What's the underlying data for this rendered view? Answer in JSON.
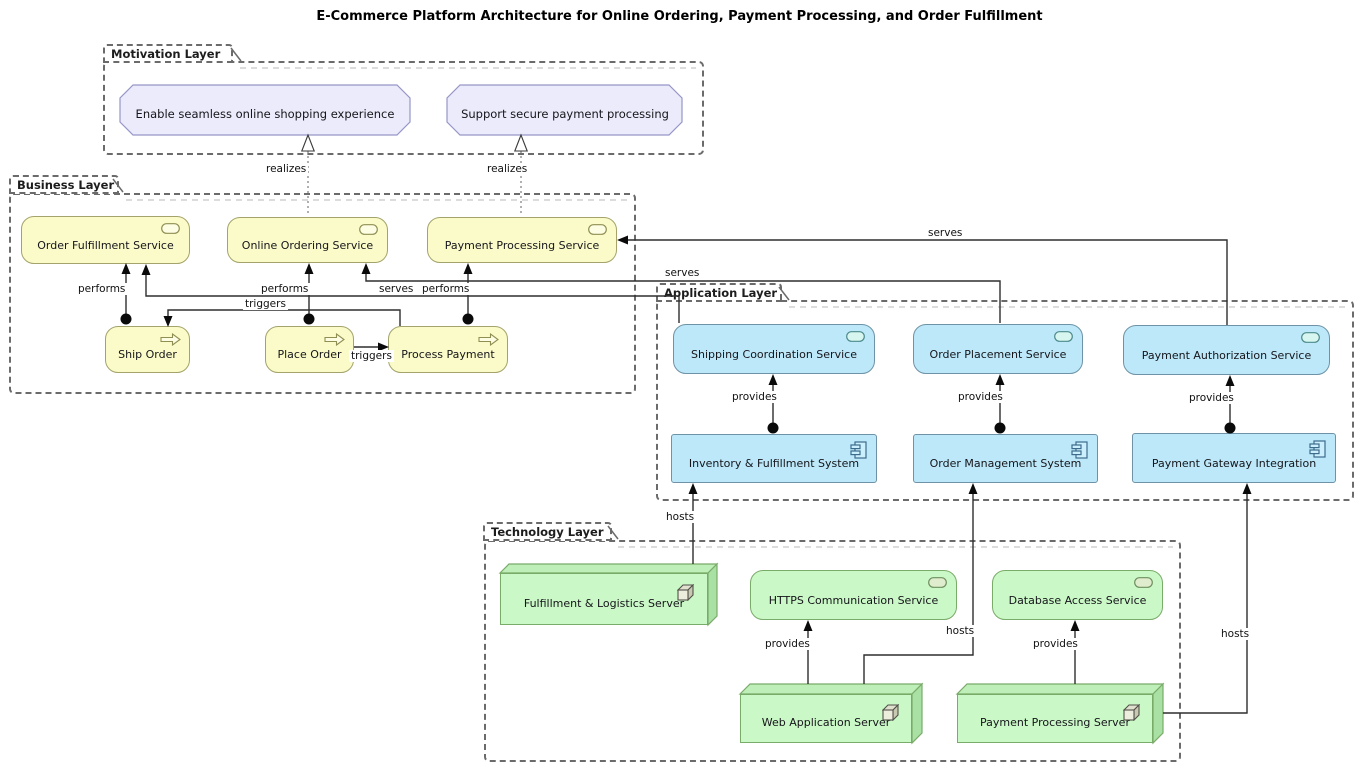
{
  "title": "E-Commerce Platform Architecture for Online Ordering, Payment Processing, and Order Fulfillment",
  "layers": {
    "motivation": "Motivation Layer",
    "business": "Business Layer",
    "application": "Application Layer",
    "technology": "Technology Layer"
  },
  "motivation": {
    "goal": "Enable seamless online shopping experience",
    "requirement": "Support secure payment processing"
  },
  "business": {
    "services": [
      "Order Fulfillment Service",
      "Online Ordering Service",
      "Payment Processing Service"
    ],
    "processes": [
      "Ship Order",
      "Place Order",
      "Process Payment"
    ]
  },
  "application": {
    "services": [
      "Shipping Coordination Service",
      "Order Placement Service",
      "Payment Authorization Service"
    ],
    "components": [
      "Inventory & Fulfillment System",
      "Order Management System",
      "Payment Gateway Integration"
    ]
  },
  "technology": {
    "services": [
      "HTTPS Communication Service",
      "Database Access Service"
    ],
    "nodes": [
      "Fulfillment & Logistics Server",
      "Web Application Server",
      "Payment Processing Server"
    ]
  },
  "relations": {
    "realizes": "realizes",
    "performs": "performs",
    "triggers": "triggers",
    "serves": "serves",
    "provides": "provides",
    "hosts": "hosts"
  },
  "colors": {
    "business_fill": "#FBFBC9",
    "business_border": "#A3A36B",
    "application_fill": "#BCE8F9",
    "application_border": "#6E93A6",
    "technology_fill": "#CBF8C7",
    "technology_border": "#79AB69",
    "motivation_fill": "#EBEBFB",
    "motivation_border": "#9696C8",
    "group_border": "#6B6B6B",
    "connector": "#2E2E2E"
  }
}
